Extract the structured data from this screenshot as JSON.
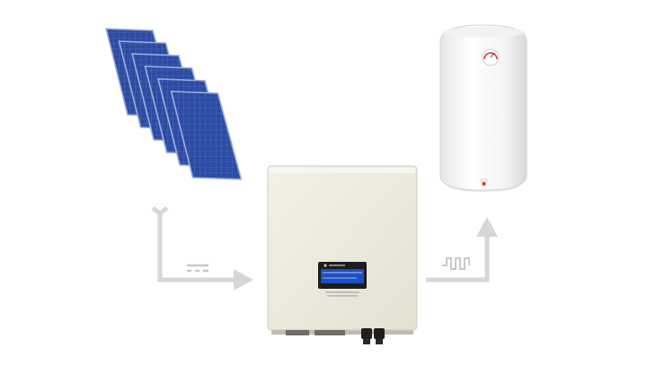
{
  "diagram": {
    "components": [
      {
        "id": "solar-panels",
        "icon": "solar-panel-array-icon",
        "count": 6
      },
      {
        "id": "controller",
        "icon": "mppt-controller-icon"
      },
      {
        "id": "water-heater",
        "icon": "electric-water-heater-icon"
      }
    ],
    "connections": [
      {
        "from": "solar-panels",
        "to": "controller",
        "icon": "dc-current-icon"
      },
      {
        "from": "controller",
        "to": "water-heater",
        "icon": "pulse-output-icon"
      }
    ]
  },
  "controller": {
    "lcd_line1": "",
    "label_line1": "",
    "label_line2": ""
  },
  "colors": {
    "arrow": "#d7d7d7",
    "panel": "#2f4fa6",
    "panel_frame": "#9fb0d8",
    "controller_body": "#efece1",
    "lcd": "#1d4fbf",
    "heater_body": "#f6f6f6",
    "heater_indicator": "#d9342b"
  }
}
